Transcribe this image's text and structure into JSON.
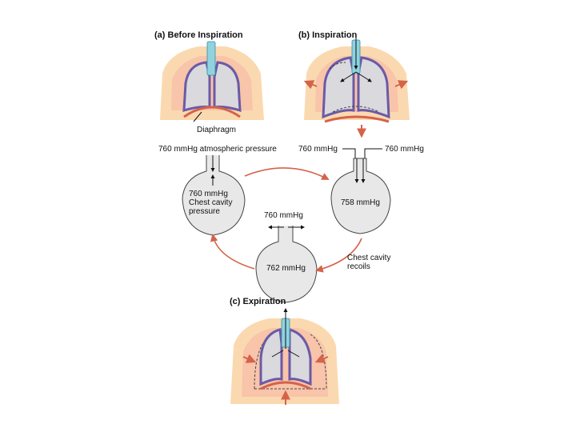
{
  "panels": {
    "a_title": "(a) Before Inspiration",
    "b_title": "(b) Inspiration",
    "c_title": "(c) Expiration",
    "diaphragm_label": "Diaphragm"
  },
  "pressures": {
    "atmospheric_label": "760 mmHg atmospheric pressure",
    "b_left": "760 mmHg",
    "b_right": "760 mmHg",
    "c_top": "760 mmHg",
    "flask_a_line1": "760 mmHg",
    "flask_a_line2": "Chest cavity",
    "flask_a_line3": "pressure",
    "flask_b": "758 mmHg",
    "flask_c": "762 mmHg"
  },
  "notes": {
    "recoil_line1": "Chest cavity",
    "recoil_line2": "recoils"
  },
  "colors": {
    "arrow": "#d4634a",
    "lung_outline": "#6b5aa6",
    "trachea": "#8fd3e0",
    "skin": "#fbd9b0"
  }
}
